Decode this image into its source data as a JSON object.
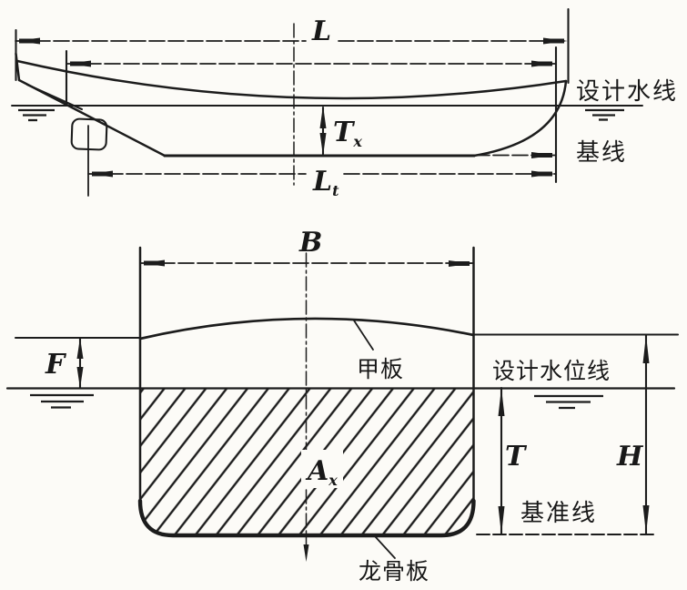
{
  "profile_view": {
    "length_label": "L",
    "waterline_length_label": "",
    "tonnage_length_main": "L",
    "tonnage_length_sub": "t",
    "draft_main": "T",
    "draft_sub": "x",
    "design_waterline_label": "设计水线",
    "baseline_label": "基线"
  },
  "section_view": {
    "breadth_label": "B",
    "freeboard_label": "F",
    "deck_label": "甲板",
    "design_water_level_label": "设计水位线",
    "area_main": "A",
    "area_sub": "x",
    "draft_label": "T",
    "depth_label": "H",
    "datum_line_label": "基准线",
    "keel_plate_label": "龙骨板"
  },
  "colors": {
    "ink": "#1c1c1c",
    "paper": "#fcfbf7"
  }
}
